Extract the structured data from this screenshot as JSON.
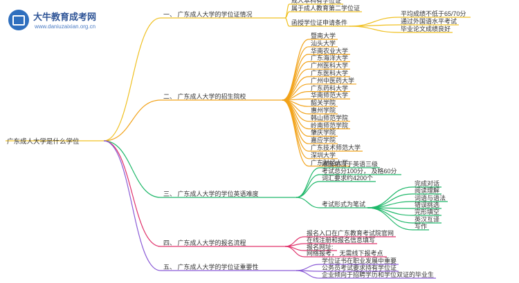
{
  "header": {
    "logo_title": "大牛教育成考网",
    "logo_url": "www.daniuzaixian.org.cn"
  },
  "mindmap": {
    "root": "广东成人大学是什么学位",
    "branches": [
      {
        "label": "一、 广东成人大学的学位证情况",
        "color": "#f0c020",
        "children": [
          {
            "label": "成人本科有学位证"
          },
          {
            "label": "属于成人教育第二学位证"
          },
          {
            "label": "函授学位证申请条件",
            "children": [
              {
                "label": "平均成绩不低于65/70分"
              },
              {
                "label": "通过外国语水平考试"
              },
              {
                "label": "毕业论文成绩良好"
              }
            ]
          }
        ]
      },
      {
        "label": "二、 广东成人大学的招生院校",
        "color": "#f2a31a",
        "children": [
          {
            "label": "暨南大学"
          },
          {
            "label": "汕头大学"
          },
          {
            "label": "华南农业大学"
          },
          {
            "label": "广东海洋大学"
          },
          {
            "label": "广州医科大学"
          },
          {
            "label": "广东医科大学"
          },
          {
            "label": "广州中医药大学"
          },
          {
            "label": "广东药科大学"
          },
          {
            "label": "华南师范大学"
          },
          {
            "label": "韶关学院"
          },
          {
            "label": "惠州学院"
          },
          {
            "label": "韩山师范学院"
          },
          {
            "label": "岭南师范学院"
          },
          {
            "label": "肇庆学院"
          },
          {
            "label": "嘉应学院"
          },
          {
            "label": "广东技术师范大学"
          },
          {
            "label": "深圳大学"
          },
          {
            "label": "广东财经大学"
          }
        ]
      },
      {
        "label": "三、 广东成人大学的学位英语难度",
        "color": "#1fb86a",
        "children": [
          {
            "label": "难度相当于英语三级"
          },
          {
            "label": "考试总分100分， 及格60分"
          },
          {
            "label": "词汇要求约4200个"
          },
          {
            "label": "考试形式为笔试",
            "children": [
              {
                "label": "完成对话"
              },
              {
                "label": "阅读理解"
              },
              {
                "label": "词语与语法"
              },
              {
                "label": "错误挑选"
              },
              {
                "label": "完形填空"
              },
              {
                "label": "英汉互译"
              },
              {
                "label": "写作"
              }
            ]
          }
        ]
      },
      {
        "label": "四、 广东成人大学的报名流程",
        "color": "#e0306a",
        "children": [
          {
            "label": "报名入口在广东教育考试院官网"
          },
          {
            "label": "在线注册和报名信息填写"
          },
          {
            "label": "报名网址:"
          },
          {
            "label": "网络报考， 无需线下报考点"
          }
        ]
      },
      {
        "label": "五、 广东成人大学的学位证重要性",
        "color": "#8a5ad6",
        "children": [
          {
            "label": "学位证书在职业发展中重要"
          },
          {
            "label": "公务员考试要求持有学位证"
          },
          {
            "label": "企业倾向于招聘学历和学位双证的毕业生"
          }
        ]
      }
    ]
  }
}
